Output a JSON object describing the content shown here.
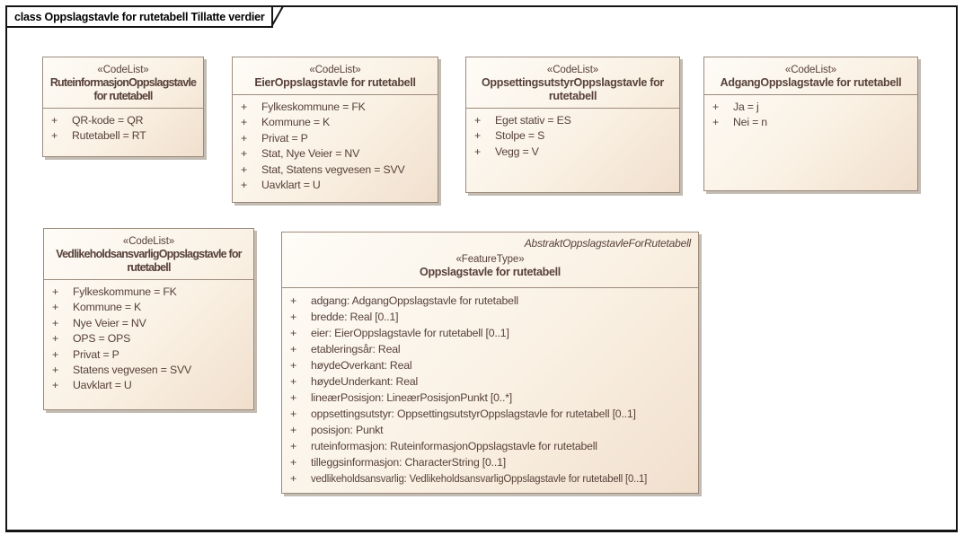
{
  "frame": {
    "title": "class Oppslagstavle for rutetabell Tillatte verdier"
  },
  "ui": {
    "plus": "+"
  },
  "colors": {
    "box_fill_light": "#fefcf7",
    "box_fill_dark": "#f1dfcd",
    "box_border": "#9c8b7d",
    "text": "#57413a",
    "frame_border": "#151515",
    "shadow": "#c2bcb3"
  },
  "boxes": [
    {
      "stereotype": "«CodeList»",
      "name": "RuteinformasjonOppslagstavle for rutetabell",
      "attributes": [
        "QR-kode = QR",
        "Rutetabell = RT"
      ]
    },
    {
      "stereotype": "«CodeList»",
      "name": "EierOppslagstavle for rutetabell",
      "attributes": [
        "Fylkeskommune = FK",
        "Kommune = K",
        "Privat = P",
        "Stat, Nye Veier = NV",
        "Stat, Statens vegvesen = SVV",
        "Uavklart = U"
      ]
    },
    {
      "stereotype": "«CodeList»",
      "name": "OppsettingsutstyrOppslagstavle for rutetabell",
      "attributes": [
        "Eget stativ = ES",
        "Stolpe = S",
        "Vegg = V"
      ]
    },
    {
      "stereotype": "«CodeList»",
      "name": "AdgangOppslagstavle for rutetabell",
      "attributes": [
        "Ja = j",
        "Nei = n"
      ]
    },
    {
      "stereotype": "«CodeList»",
      "name": "VedlikeholdsansvarligOppslagstavle for rutetabell",
      "attributes": [
        "Fylkeskommune = FK",
        "Kommune = K",
        "Nye Veier = NV",
        "OPS = OPS",
        "Privat = P",
        "Statens vegvesen = SVV",
        "Uavklart = U"
      ]
    },
    {
      "abstract_parent": "AbstraktOppslagstavleForRutetabell",
      "stereotype": "«FeatureType»",
      "name": "Oppslagstavle for rutetabell",
      "attributes": [
        "adgang: AdgangOppslagstavle for rutetabell",
        "bredde: Real [0..1]",
        "eier: EierOppslagstavle for rutetabell [0..1]",
        "etableringsår: Real",
        "høydeOverkant: Real",
        "høydeUnderkant: Real",
        "lineærPosisjon: LineærPosisjonPunkt [0..*]",
        "oppsettingsutstyr: OppsettingsutstyrOppslagstavle for rutetabell [0..1]",
        "posisjon: Punkt",
        "ruteinformasjon: RuteinformasjonOppslagstavle for rutetabell",
        "tilleggsinformasjon: CharacterString [0..1]",
        "vedlikeholdsansvarlig: VedlikeholdsansvarligOppslagstavle for rutetabell [0..1]"
      ]
    }
  ]
}
